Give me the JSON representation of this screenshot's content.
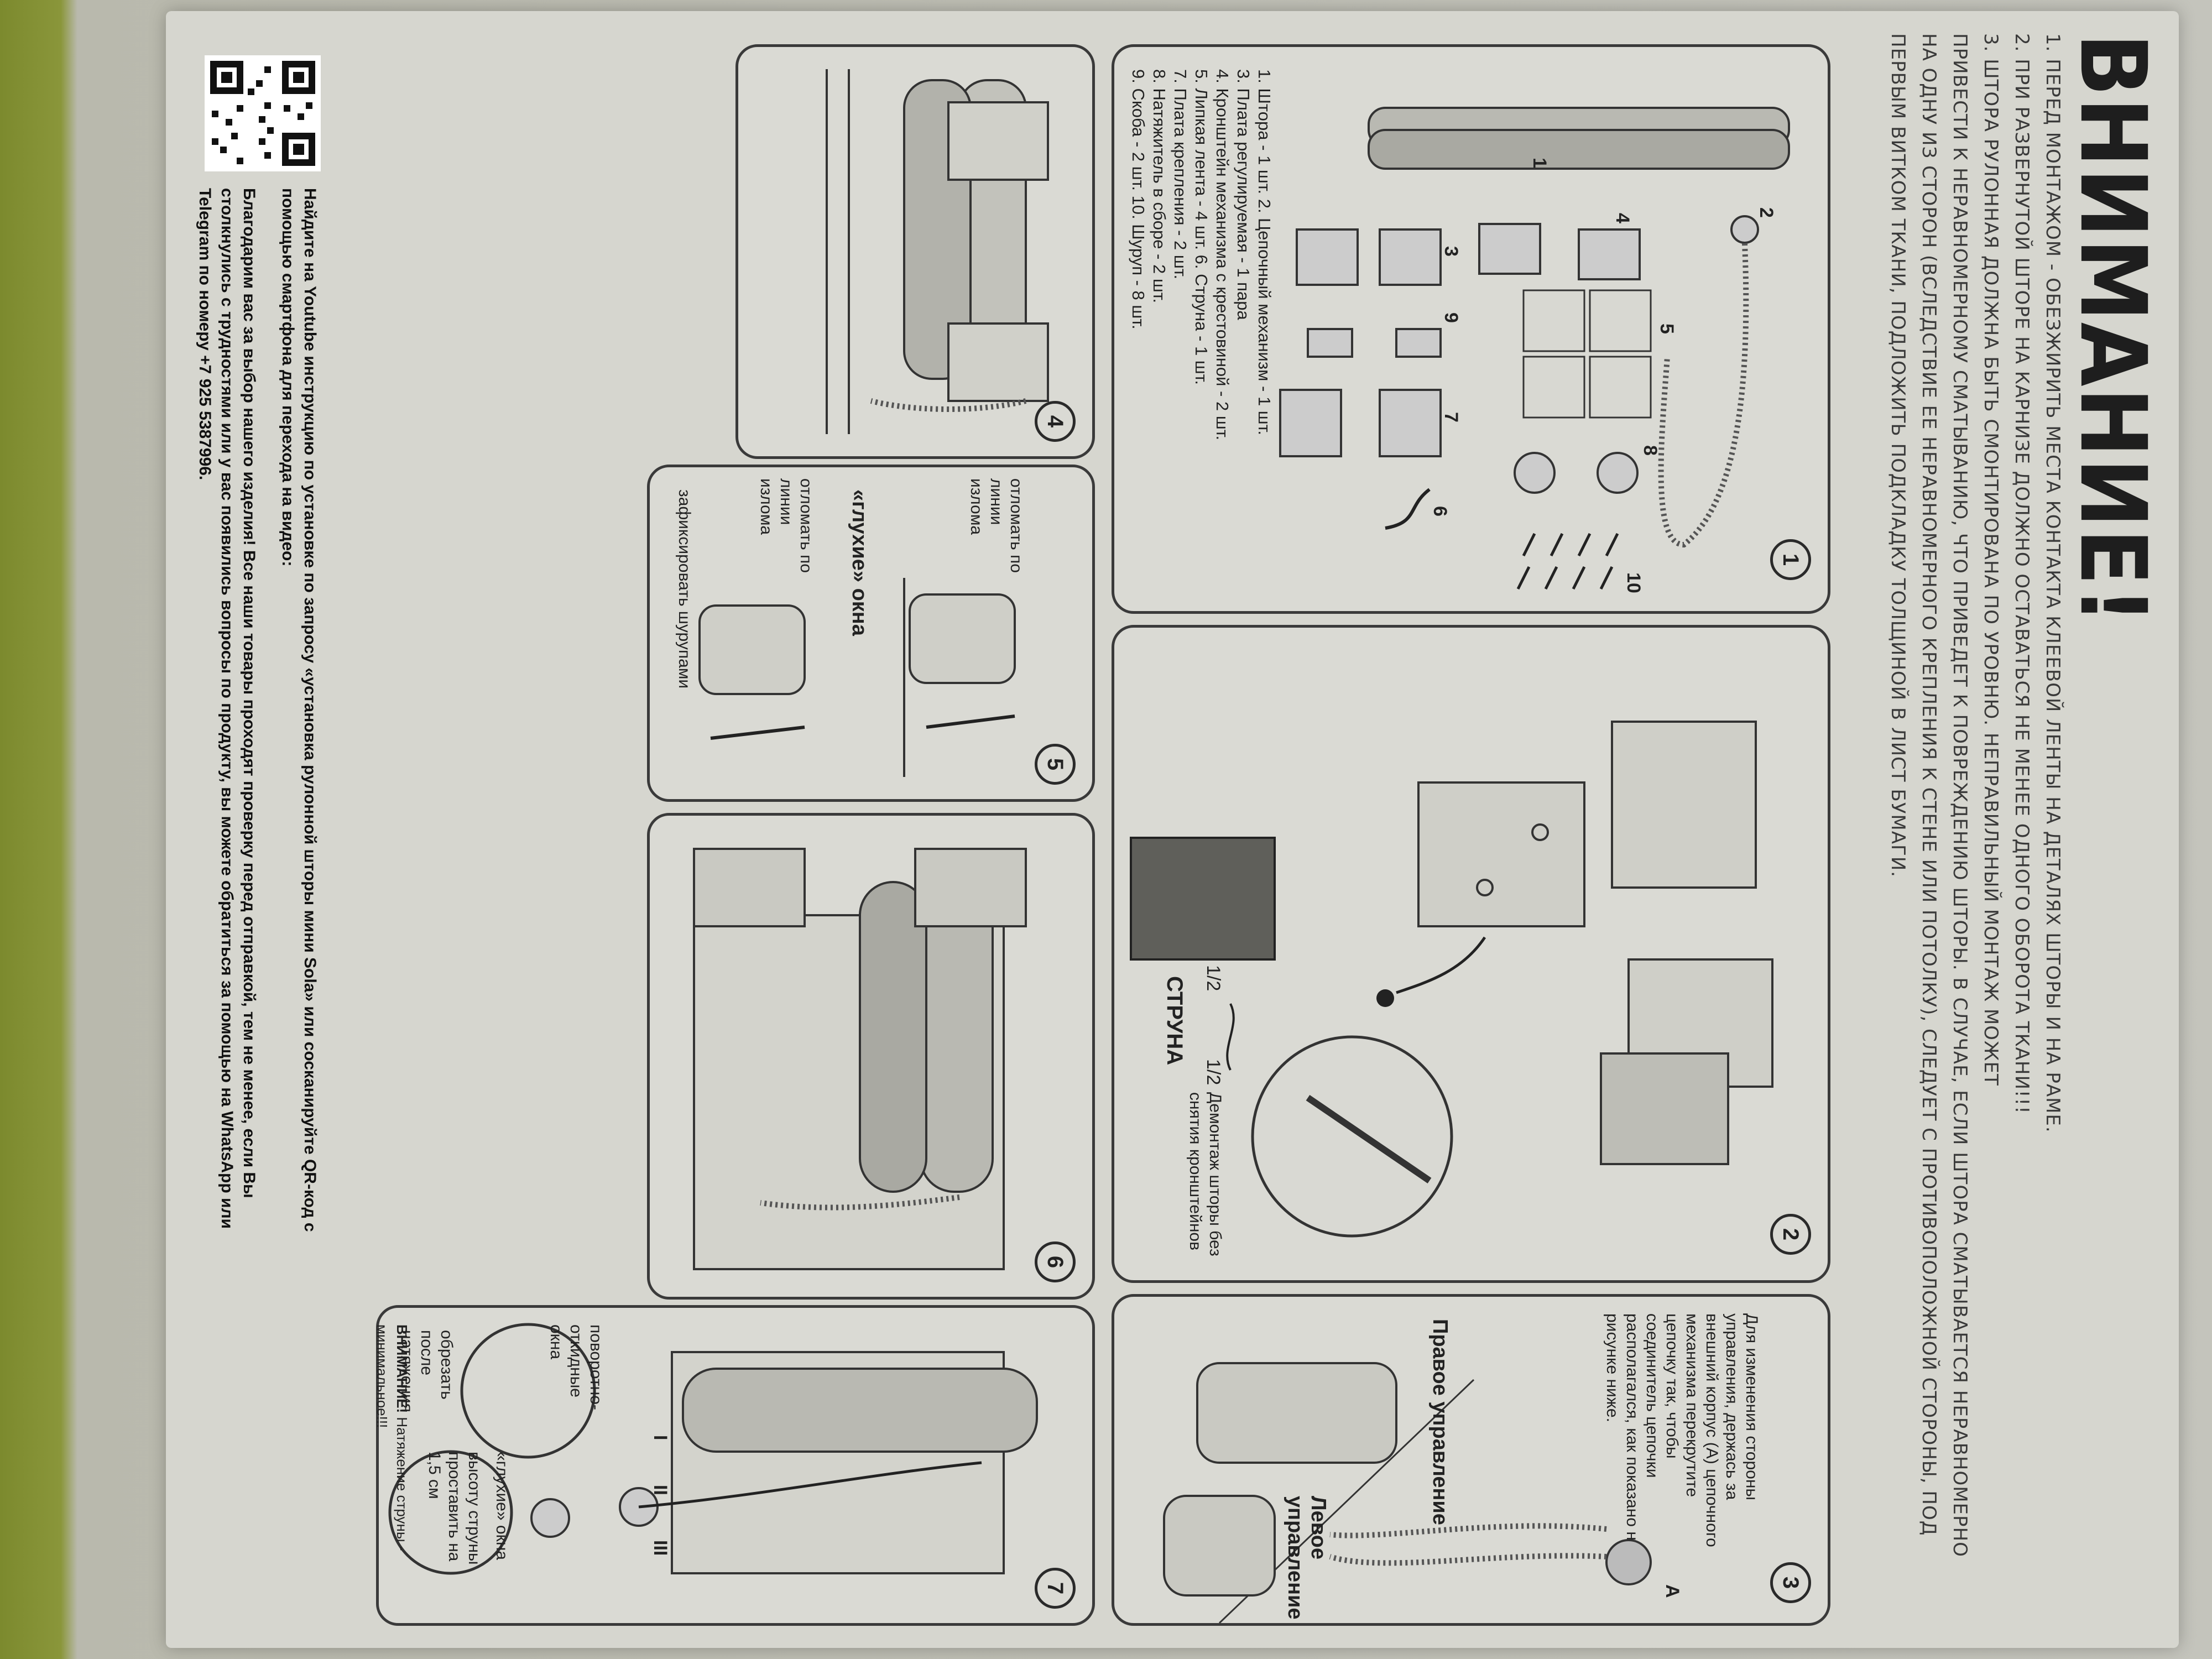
{
  "header": {
    "title": "ВНИМАНИЕ!",
    "lines": [
      "1. ПЕРЕД МОНТАЖОМ - ОБЕЗЖИРИТЬ МЕСТА КОНТАКТА КЛЕЕВОЙ ЛЕНТЫ НА ДЕТАЛЯХ ШТОРЫ И НА РАМЕ.",
      "2. ПРИ РАЗВЕРНУТОЙ ШТОРЕ НА КАРНИЗЕ ДОЛЖНО ОСТАВАТЬСЯ НЕ МЕНЕЕ ОДНОГО ОБОРОТА ТКАНИ!!!",
      "3. ШТОРА РУЛОННАЯ ДОЛЖНА БЫТЬ СМОНТИРОВАНА ПО УРОВНЮ. НЕПРАВИЛЬНЫЙ МОНТАЖ МОЖЕТ",
      "ПРИВЕСТИ К НЕРАВНОМЕРНОМУ СМАТЫВАНИЮ, ЧТО ПРИВЕДЕТ К ПОВРЕЖДЕНИЮ ШТОРЫ. В СЛУЧАЕ, ЕСЛИ ШТОРА СМАТЫВАЕТСЯ НЕРАВНОМЕРНО",
      "НА ОДНУ ИЗ СТОРОН (ВСЛЕДСТВИЕ ЕЕ НЕРАВНОМЕРНОГО КРЕПЛЕНИЯ К СТЕНЕ ИЛИ ПОТОЛКУ), СЛЕДУЕТ С ПРОТИВОПОЛОЖНОЙ СТОРОНЫ, ПОД",
      "ПЕРВЫМ ВИТКОМ ТКАНИ, ПОДЛОЖИТЬ ПОДКЛАДКУ ТОЛЩИНОЙ В ЛИСТ БУМАГИ."
    ]
  },
  "panel1": {
    "number": "1",
    "callouts": [
      "1",
      "2",
      "3",
      "4",
      "5",
      "6",
      "7",
      "8",
      "9",
      "10"
    ],
    "parts": [
      "1. Штора - 1 шт. 2. Цепочный механизм - 1 шт.",
      "3. Плата регулируемая - 1 пара",
      "4. Кронштейн механизма с крестовиной - 2 шт.",
      "5. Липкая лента - 4 шт. 6. Струна - 1 шт.",
      "7. Плата крепления - 2 шт.",
      "8. Натяжитель в сборе - 2 шт.",
      "9. Скоба - 2 шт. 10. Шуруп - 8 шт."
    ]
  },
  "panel2": {
    "number": "2",
    "string_label": "СТРУНА",
    "half_left": "1/2",
    "half_right": "1/2",
    "dismount": "Демонтаж шторы без снятия кронштейнов"
  },
  "panel3": {
    "number": "3",
    "text": "Для изменения стороны управления, держась за внешний корпус (А) цепочного механизма перекрутите цепочку так, чтобы соединитель цепочки располагался, как показано на рисунке ниже.",
    "callout_a": "А",
    "right_control": "Правое управление",
    "left_control": "Левое управление"
  },
  "panel4": {
    "number": "4"
  },
  "panel5": {
    "number": "5",
    "blind_windows": "«глухие» окна",
    "break_left": "отломать по линии излома",
    "break_right": "отломать по линии излома",
    "fix_screws": "зафиксировать шурупами"
  },
  "panel6": {
    "number": "6"
  },
  "panel7": {
    "number": "7",
    "tilt_turn": "поворотно-откидные окна",
    "blind_windows": "«глухие» окна",
    "roman_1": "I",
    "roman_2": "II",
    "roman_3": "III",
    "string_height": "высоту струны проставить на 1,5 см",
    "cut_after": "обрезать после натяжения",
    "warning_bold": "ВНИМАНИЕ!",
    "warning_rest": "Натяжение струны - минимальное!!!"
  },
  "footer": {
    "line1": "Найдите на Youtube инструкцию по установке по запросу «установка рулонной шторы мини Sola» или сосканируйте QR-код с",
    "line2": "помощью смартфона для перехода на видео:",
    "line3": "Благодарим вас за выбор нашего изделия! Все наши товары проходят проверку перед отправкой, тем не менее, если Вы",
    "line4": "столкнулись с трудностями или у вас появились вопросы по продукту, вы можете обратиться за помощью на WhatsApp или",
    "line5": "Telegram по номеру +7 925 5387996."
  }
}
